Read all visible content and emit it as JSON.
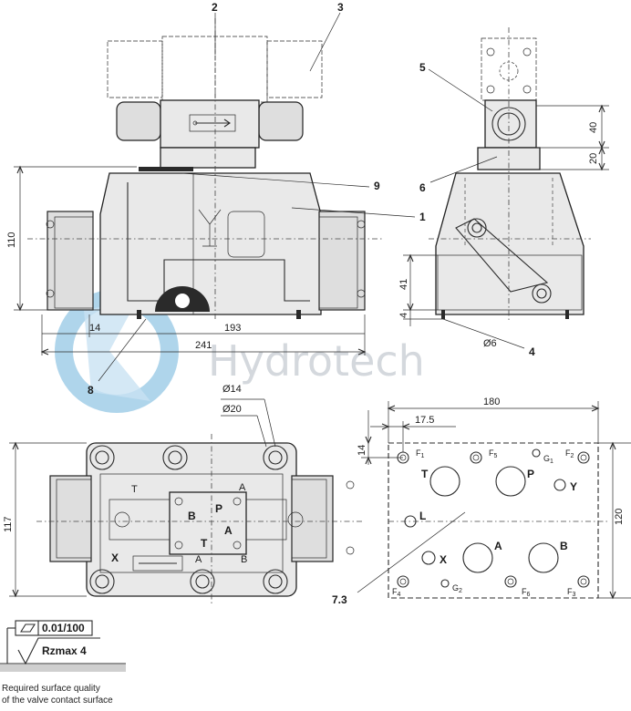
{
  "callouts": {
    "c1": "1",
    "c2": "2",
    "c3": "3",
    "c4": "4",
    "c5": "5",
    "c6": "6",
    "c7_3": "7.3",
    "c8": "8",
    "c9": "9"
  },
  "dimensions": {
    "d110": "110",
    "d14a": "14",
    "d193": "193",
    "d241": "241",
    "d40": "40",
    "d20": "20",
    "d41": "41",
    "d4": "4",
    "d6": "Ø6",
    "d14dia": "Ø14",
    "d20dia": "Ø20",
    "d117": "117",
    "d180": "180",
    "d17_5": "17.5",
    "d14b": "14",
    "d120": "120"
  },
  "ports_top": {
    "P": "P",
    "B": "B",
    "A": "A",
    "T": "T",
    "X": "X",
    "B2": "B",
    "A2": "A",
    "T2": "T",
    "A3": "A"
  },
  "ports_plate": {
    "T": "T",
    "P": "P",
    "Y": "Y",
    "L": "L",
    "X": "X",
    "A": "A",
    "B": "B",
    "F1": "F",
    "F1s": "1",
    "F2": "F",
    "F2s": "2",
    "F3": "F",
    "F3s": "3",
    "F4": "F",
    "F4s": "4",
    "F5": "F",
    "F5s": "5",
    "F6": "F",
    "F6s": "6",
    "G1": "G",
    "G1s": "1",
    "G2": "G",
    "G2s": "2"
  },
  "surface": {
    "flatness": "0.01/100",
    "roughness": "Rzmax 4"
  },
  "caption": {
    "line1": "Required surface quality",
    "line2": "of the valve contact surface"
  },
  "watermark": "Hydrotech",
  "colors": {
    "watermark_blue": "#6fb4dc",
    "watermark_text": "#c6ccd2"
  }
}
